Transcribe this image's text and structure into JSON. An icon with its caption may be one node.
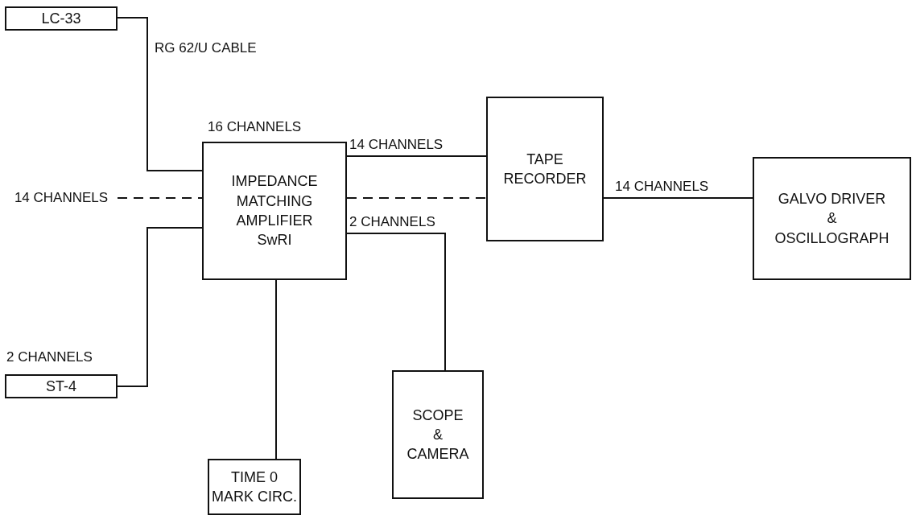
{
  "diagram": {
    "nodes": [
      {
        "text": [
          "LC-33"
        ]
      },
      {
        "text": [
          "14 CHANNELS"
        ]
      },
      {
        "text": [
          "IMPEDANCE MATCHING AMPLIFIER SwRI"
        ],
        "beside": [
          "16 CHANNELS"
        ]
      },
      {
        "text": [
          "TAPE RECORDER"
        ]
      },
      {
        "text": [
          "GALVO DRIVER & OSCILLOGRAPH"
        ]
      },
      {
        "text": [
          "ST-4"
        ],
        "beside": [
          "2 CHANNELS"
        ]
      },
      {
        "text": [
          "SCOPE & CAMERA"
        ]
      },
      {
        "text": [
          "TIME 0 MARK CIRC."
        ]
      }
    ],
    "edges": [
      {
        "from": 0,
        "to": 2,
        "arrow": "none",
        "label": "RG 62/U CABLE"
      },
      {
        "from": 1,
        "to": 2,
        "arrow": "none",
        "style": "dashed"
      },
      {
        "from": 5,
        "to": 2,
        "arrow": "none"
      },
      {
        "from": 2,
        "to": 3,
        "arrow": "none",
        "label": "14 CHANNELS"
      },
      {
        "from": 2,
        "to": 3,
        "arrow": "none",
        "style": "dashed"
      },
      {
        "from": 2,
        "to": 6,
        "arrow": "none",
        "label": "2 CHANNELS"
      },
      {
        "from": 2,
        "to": 7,
        "arrow": "none"
      },
      {
        "from": 3,
        "to": 4,
        "arrow": "none",
        "label": "14 CHANNELS"
      }
    ]
  }
}
